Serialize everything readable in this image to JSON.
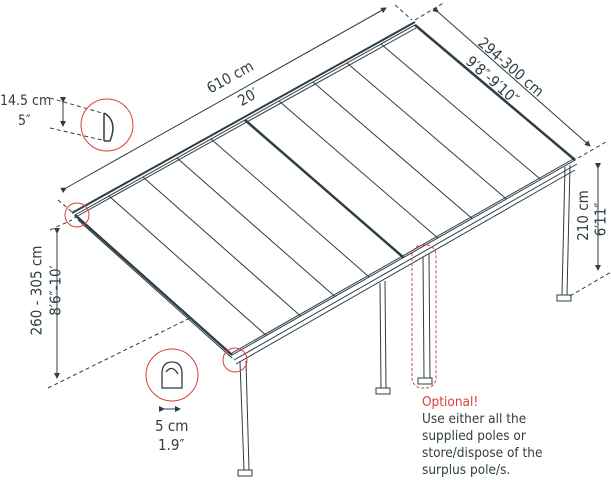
{
  "dimensions": {
    "length_cm": "610 cm",
    "length_ft": "20′",
    "depth_cm": "294-300 cm",
    "depth_ft": "9′8″-9′10″",
    "front_height_cm": "210 cm",
    "front_height_ft": "6′11″",
    "wall_height_cm": "260 - 305 cm",
    "wall_height_ft": "8′6″-10′",
    "profile_height_cm": "14.5 cm",
    "profile_height_in": "5″",
    "pole_width_cm": "5 cm",
    "pole_width_in": "1.9″"
  },
  "note": {
    "title": "Optional!",
    "lines": [
      "Use either all the",
      "supplied poles or",
      "store/dispose of the",
      "surplus pole/s."
    ]
  },
  "colors": {
    "line": "#2f3d45",
    "accent": "#d9403a"
  }
}
